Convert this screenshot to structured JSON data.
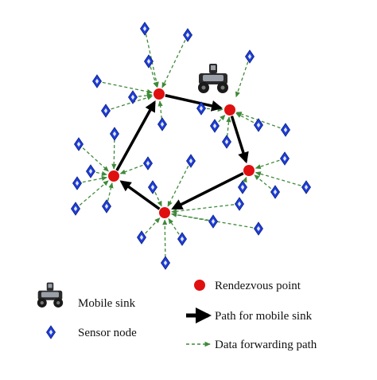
{
  "colors": {
    "sensor_fill": "#1f3fd6",
    "sensor_center": "#dfe6ff",
    "rendezvous": "#e01010",
    "mobile_path": "#000000",
    "forwarding": "#3f8a3a",
    "robot_body": "#2a2a2a",
    "robot_panel": "#9aa0a8"
  },
  "icons": {
    "mobile_sink": "robot-icon",
    "sensor_node": "blue-diamond-icon",
    "rendezvous_point": "red-circle-icon",
    "path": "thick-arrow-icon",
    "forwarding": "dashed-green-arrow-icon"
  },
  "legend": {
    "mobile_sink": "Mobile sink",
    "sensor_node": "Sensor node",
    "rendezvous_point": "Rendezvous point",
    "path_for_mobile_sink": "Path for mobile sink",
    "data_forwarding_path": "Data forwarding path"
  }
}
